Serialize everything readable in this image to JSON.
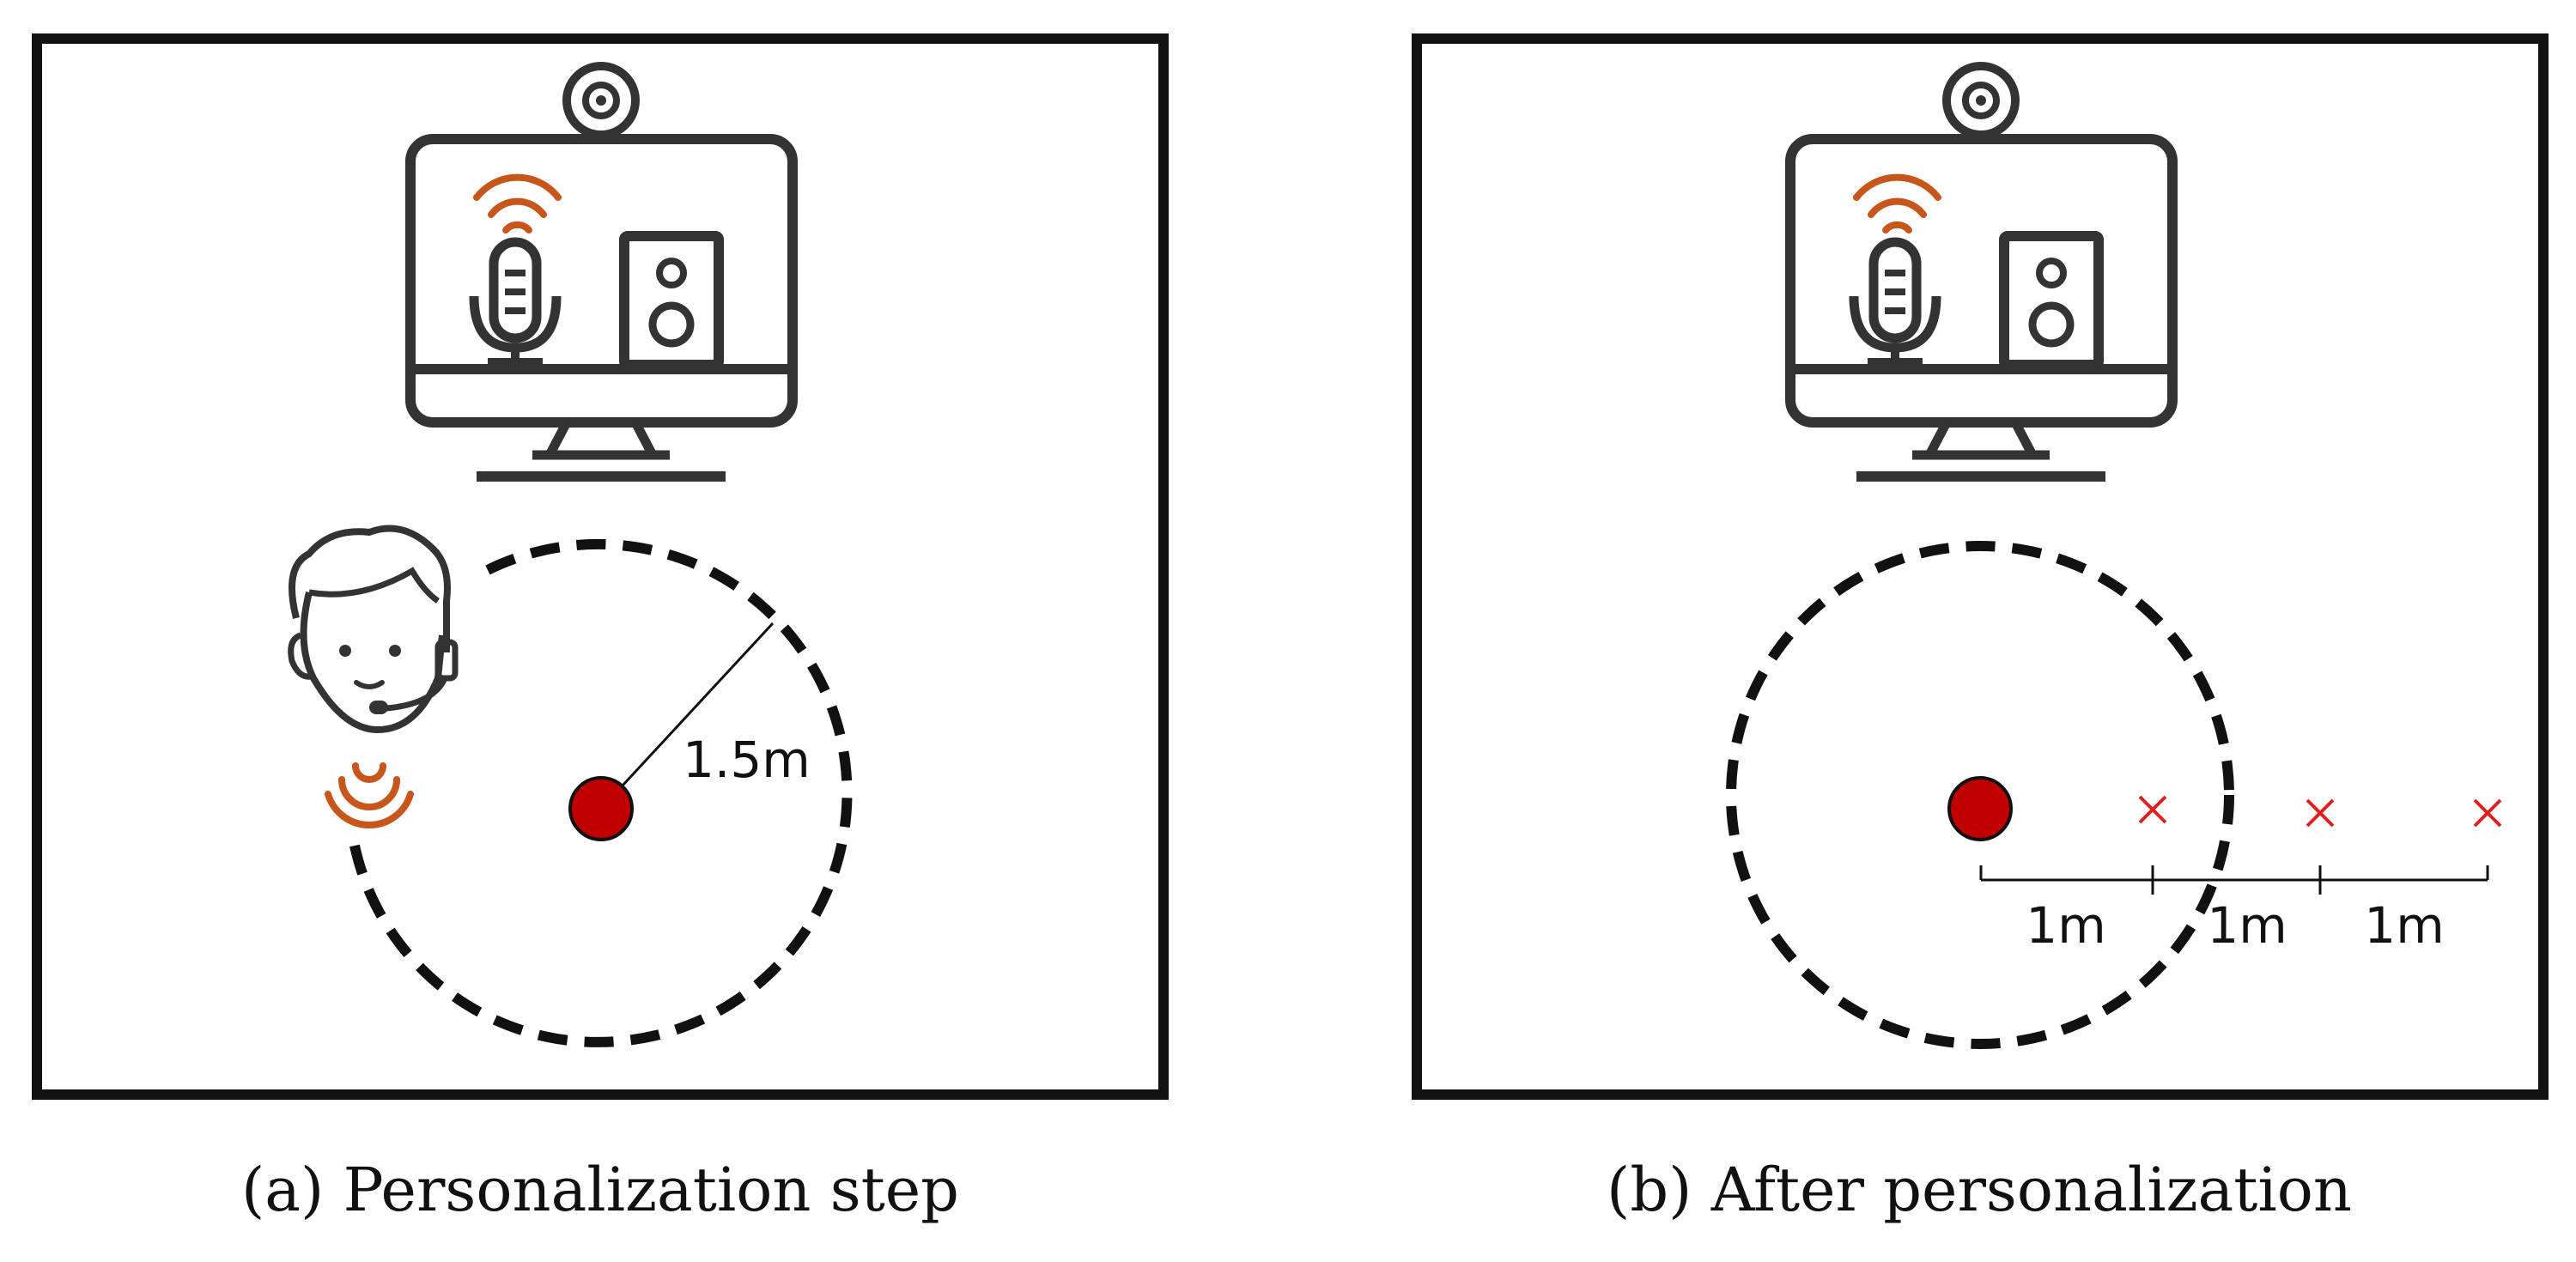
{
  "panels": [
    {
      "caption": "(a) Personalization step",
      "radius_label": "1.5m",
      "has_user": true
    },
    {
      "caption": "(b) After personalization",
      "distance_labels": [
        "1m",
        "1m",
        "1m"
      ],
      "has_user": false
    }
  ],
  "colors": {
    "frame": "#111111",
    "icon": "#333333",
    "wave": "#c8561b",
    "dot": "#c00000",
    "cross": "#e0201e"
  },
  "icons": [
    "monitor-icon",
    "webcam-icon",
    "microphone-icon",
    "speaker-icon",
    "wifi-waves-icon",
    "headset-user-icon"
  ]
}
